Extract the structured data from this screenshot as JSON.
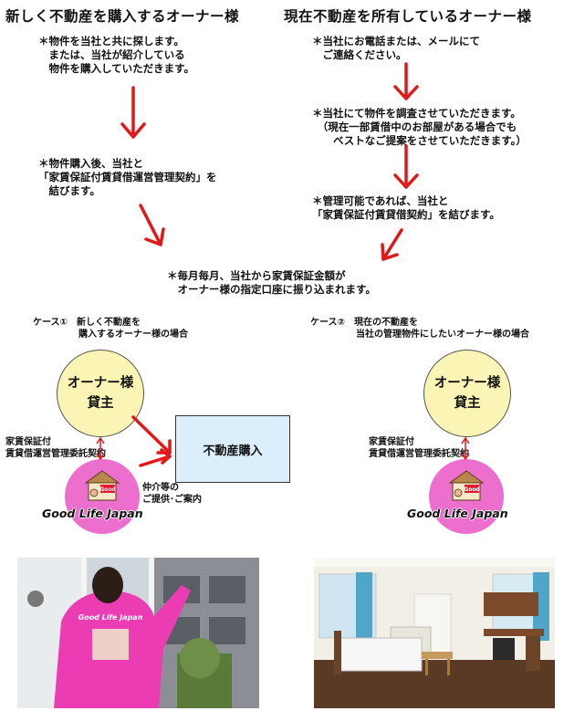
{
  "left": {
    "title": "新しく不動産を購入するオーナー様",
    "step1": [
      "＊物件を当社と共に探します。",
      "　または、当社が紹介している",
      "　物件を購入していただきます。"
    ],
    "step2": [
      "＊物件購入後、当社と",
      "「家賃保証付賃貸借運営管理契約」を",
      "　結びます。"
    ]
  },
  "right": {
    "title": "現在不動産を所有しているオーナー様",
    "step1": [
      "＊当社にお電話または、メールにて",
      "　ご連絡ください。"
    ],
    "step2": [
      "＊当社にて物件を調査させていただきます。",
      "　（現在一部賃借中のお部屋がある場合でも",
      "　　ベストなご提案をさせていただきます。）"
    ],
    "step3": [
      "＊管理可能であれば、当社と",
      "「家賃保証付賃貸借契約」を結びます。"
    ]
  },
  "bottom_note": [
    "＊毎月毎月、当社から家賃保証金額が",
    "　オーナー様の指定口座に振り込まれます。"
  ],
  "case1": {
    "label": [
      "ケース①　新しく不動産を",
      "　　　　　購入するオーナー様の場合"
    ],
    "owner": [
      "オーナー様",
      "貸主"
    ],
    "contract": [
      "家賃保証付",
      "賃貸借運営管理委託契約"
    ],
    "purchase": "不動産購入",
    "agency": [
      "仲介等の",
      "ご提供･ご案内"
    ],
    "company": "Good Life Japan"
  },
  "case2": {
    "label": [
      "ケース②　現在の不動産を",
      "　　　　　当社の管理物件にしたいオーナー様の場合"
    ],
    "owner": [
      "オーナー様",
      "貸主"
    ],
    "contract": [
      "家賃保証付",
      "賃貸借運営管理委託契約"
    ],
    "company": "Good Life Japan"
  },
  "logo_badge": "Good",
  "colors": {
    "arrow": "#e01818",
    "owner_circle": "#fbf5b5",
    "glj_circle": "#ec6fcd",
    "buy_box": "#dbeefb"
  }
}
